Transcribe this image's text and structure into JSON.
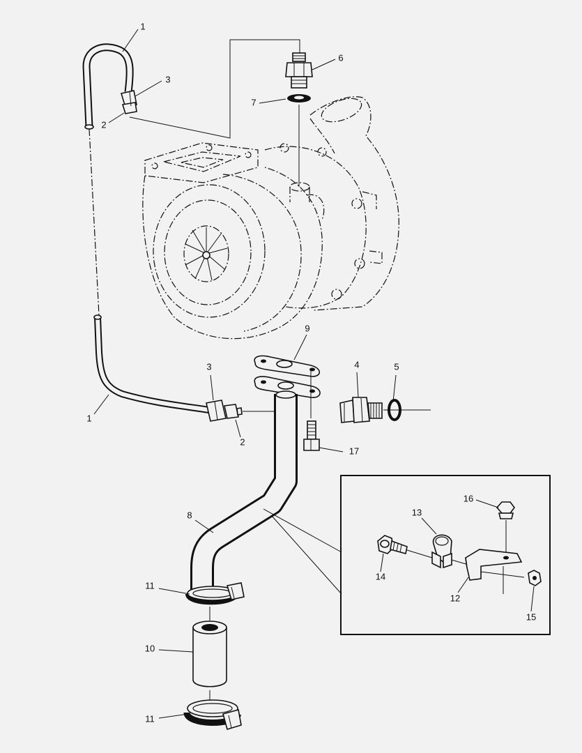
{
  "callouts": [
    "1",
    "2",
    "3",
    "6",
    "7",
    "9",
    "3",
    "4",
    "5",
    "1",
    "2",
    "17",
    "8",
    "16",
    "13",
    "14",
    "12",
    "15",
    "11",
    "10",
    "11"
  ]
}
